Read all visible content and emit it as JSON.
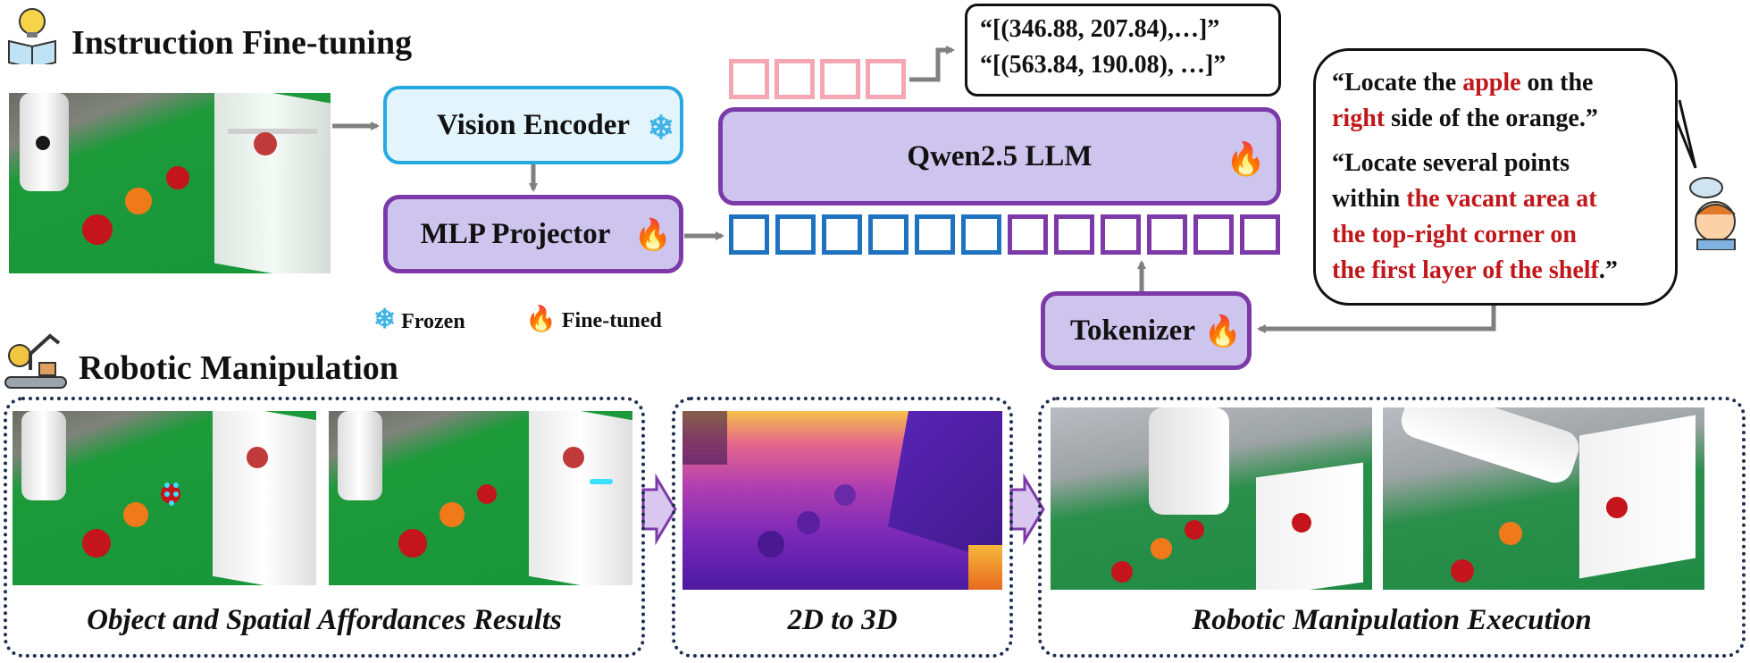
{
  "sections": {
    "instruction_title": "Instruction Fine-tuning",
    "robotic_title": "Robotic Manipulation"
  },
  "modules": {
    "vision_encoder": "Vision Encoder",
    "mlp_projector": "MLP Projector",
    "llm": "Qwen2.5 LLM",
    "tokenizer": "Tokenizer"
  },
  "legend": {
    "frozen": "Frozen",
    "fine_tuned": "Fine-tuned"
  },
  "output_box": {
    "line1": "“[(346.88, 207.84),…]”",
    "line2": "“[(563.84, 190.08), …]”"
  },
  "instruction_bubble": {
    "q1": {
      "p1": "“Locate the ",
      "h1": "apple",
      "p2": " on the",
      "h2": "right",
      "p3": " side of the orange.”"
    },
    "q2": {
      "p1": "“Locate several points",
      "p2": "within ",
      "h1": "the vacant area at",
      "h2": "the top-right corner on",
      "h3": "the first layer of the shelf",
      "p3": ".”"
    }
  },
  "captions": {
    "affordance": "Object and Spatial Affordances Results",
    "to3d": "2D to 3D",
    "execution": "Robotic Manipulation Execution"
  },
  "colors": {
    "encoder_fill": "#e3f4fc",
    "encoder_border": "#26a9df",
    "module_fill": "#cdc5ee",
    "module_border": "#7c3aa8",
    "visual_token": "#1e72c0",
    "text_token": "#7c3aa8",
    "output_token": "#f4a7b2",
    "highlight_text": "#c0171b",
    "arrow": "#808080"
  },
  "icons": [
    "lightbulb-book-icon",
    "snowflake-icon",
    "flame-icon",
    "robot-arm-icon",
    "thinking-person-icon"
  ]
}
